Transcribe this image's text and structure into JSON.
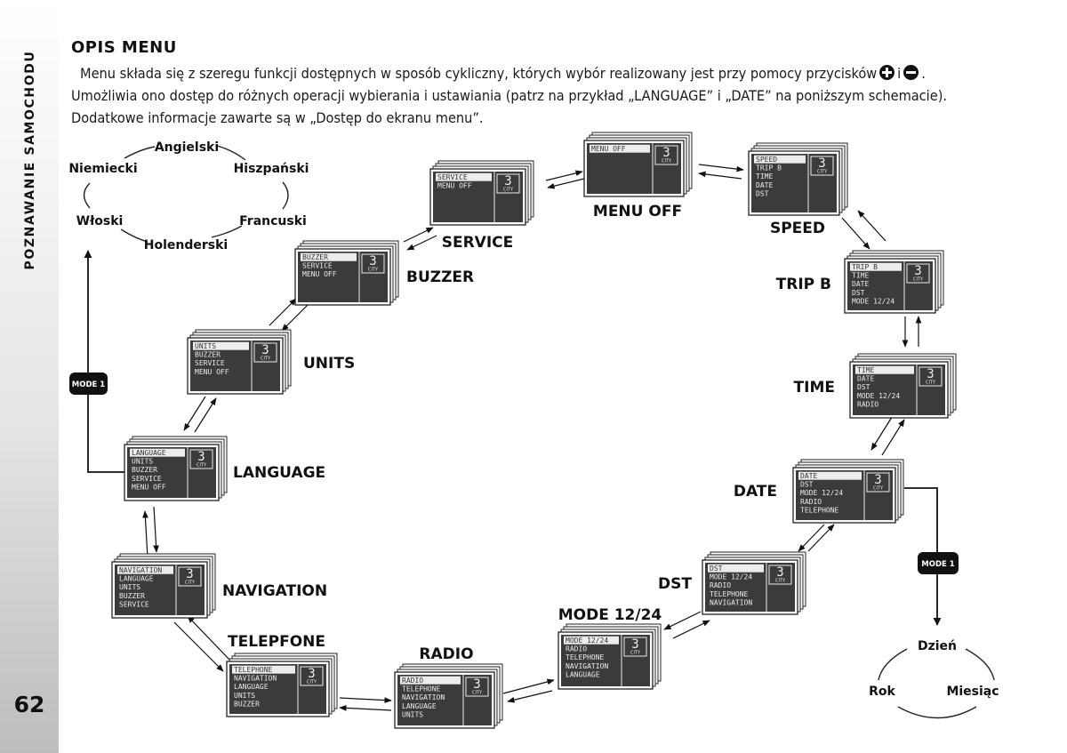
{
  "sidebar": {
    "title": "POZNAWANIE SAMOCHODU",
    "page_number": "62"
  },
  "heading": "OPIS MENU",
  "intro": {
    "line1_a": "Menu składa się z szeregu funkcji dostępnych w sposób cykliczny, których wybór realizowany jest przy pomocy przycisków",
    "line1_b": "i",
    "line1_c": ".",
    "line2": "Umożliwia ono dostęp do różnych operacji wybierania i ustawiania (patrz na przykład „LANGUAGE” i „DATE” na poniższym schemacie).",
    "line3": "Dodatkowe informacje zawarte są w „Dostęp do ekranu menu”.",
    "plus_icon": "plus-circle-icon",
    "minus_icon": "minus-circle-icon"
  },
  "display": {
    "value": "3",
    "unit": "CITY"
  },
  "languages": [
    "Angielski",
    "Hiszpański",
    "Francuski",
    "Holenderski",
    "Włoski",
    "Niemiecki"
  ],
  "date_cycle": [
    "Dzień",
    "Miesiąc",
    "Rok"
  ],
  "mode_badge": "MODE 1",
  "screens": [
    {
      "label": "MENU OFF",
      "lines": [
        "MENU OFF"
      ]
    },
    {
      "label": "SPEED",
      "lines": [
        "SPEED",
        "TRIP B",
        "TIME",
        "DATE",
        "DST"
      ]
    },
    {
      "label": "TRIP B",
      "lines": [
        "TRIP B",
        "TIME",
        "DATE",
        "DST",
        "MODE 12/24"
      ]
    },
    {
      "label": "TIME",
      "lines": [
        "TIME",
        "DATE",
        "DST",
        "MODE 12/24",
        "RADIO"
      ]
    },
    {
      "label": "DATE",
      "lines": [
        "DATE",
        "DST",
        "MODE 12/24",
        "RADIO",
        "TELEPHONE"
      ]
    },
    {
      "label": "DST",
      "lines": [
        "DST",
        "MODE 12/24",
        "RADIO",
        "TELEPHONE",
        "NAVIGATION"
      ]
    },
    {
      "label": "MODE 12/24",
      "lines": [
        "MODE 12/24",
        "RADIO",
        "TELEPHONE",
        "NAVIGATION",
        "LANGUAGE"
      ]
    },
    {
      "label": "RADIO",
      "lines": [
        "RADIO",
        "TELEPHONE",
        "NAVIGATION",
        "LANGUAGE",
        "UNITS"
      ]
    },
    {
      "label": "TELEPFONE",
      "lines": [
        "TELEPHONE",
        "NAVIGATION",
        "LANGUAGE",
        "UNITS",
        "BUZZER"
      ]
    },
    {
      "label": "NAVIGATION",
      "lines": [
        "NAVIGATION",
        "LANGUAGE",
        "UNITS",
        "BUZZER",
        "SERVICE"
      ]
    },
    {
      "label": "LANGUAGE",
      "lines": [
        "LANGUAGE",
        "UNITS",
        "BUZZER",
        "SERVICE",
        "MENU OFF"
      ]
    },
    {
      "label": "UNITS",
      "lines": [
        "UNITS",
        "BUZZER",
        "SERVICE",
        "MENU OFF"
      ]
    },
    {
      "label": "BUZZER",
      "lines": [
        "BUZZER",
        "SERVICE",
        "MENU OFF"
      ]
    },
    {
      "label": "SERVICE",
      "lines": [
        "SERVICE",
        "MENU OFF"
      ]
    }
  ]
}
